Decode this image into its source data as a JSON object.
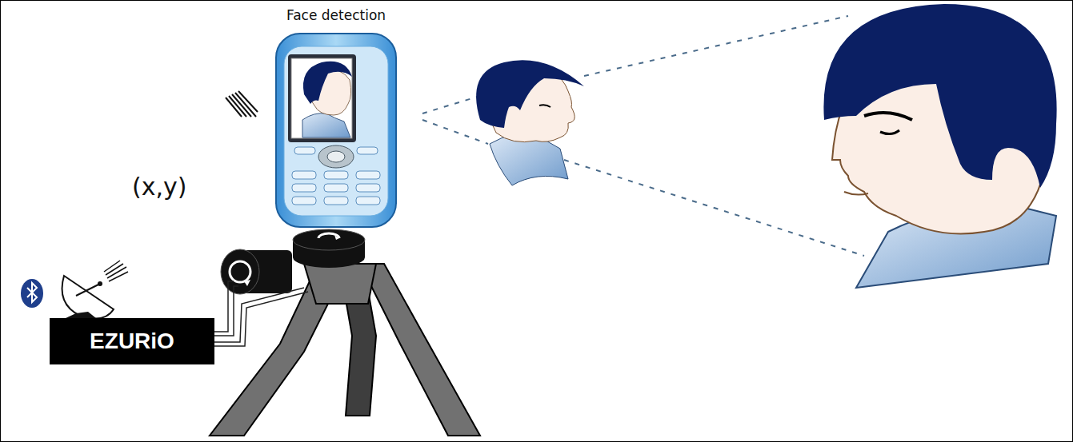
{
  "diagram": {
    "nodes": [
      {
        "text": [
          "Face detection"
        ]
      },
      {
        "text": [
          "EZURiO"
        ]
      }
    ],
    "labels": [
      "(x,y)"
    ]
  }
}
